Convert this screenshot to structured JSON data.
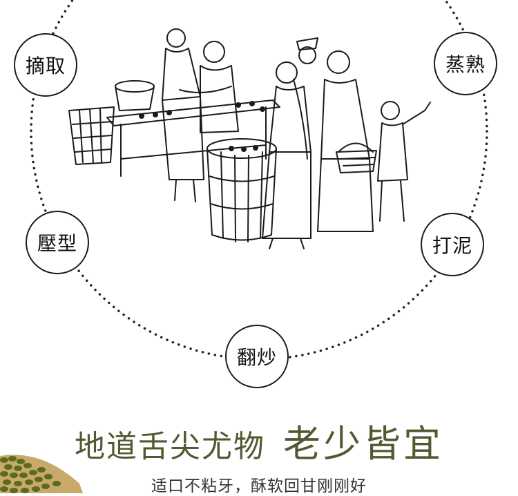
{
  "steps": {
    "pick": "摘取",
    "steam": "蒸熟",
    "mash": "打泥",
    "stir_fry": "翻炒",
    "press": "壓型"
  },
  "headline": {
    "part1": "地道舌尖尤物",
    "part2": "老少皆宜"
  },
  "subline": "适口不粘牙，酥软回甘刚刚好",
  "colors": {
    "headline": "#4f5a30",
    "bean": "#5a6b1c",
    "line": "#1a1a1a"
  }
}
